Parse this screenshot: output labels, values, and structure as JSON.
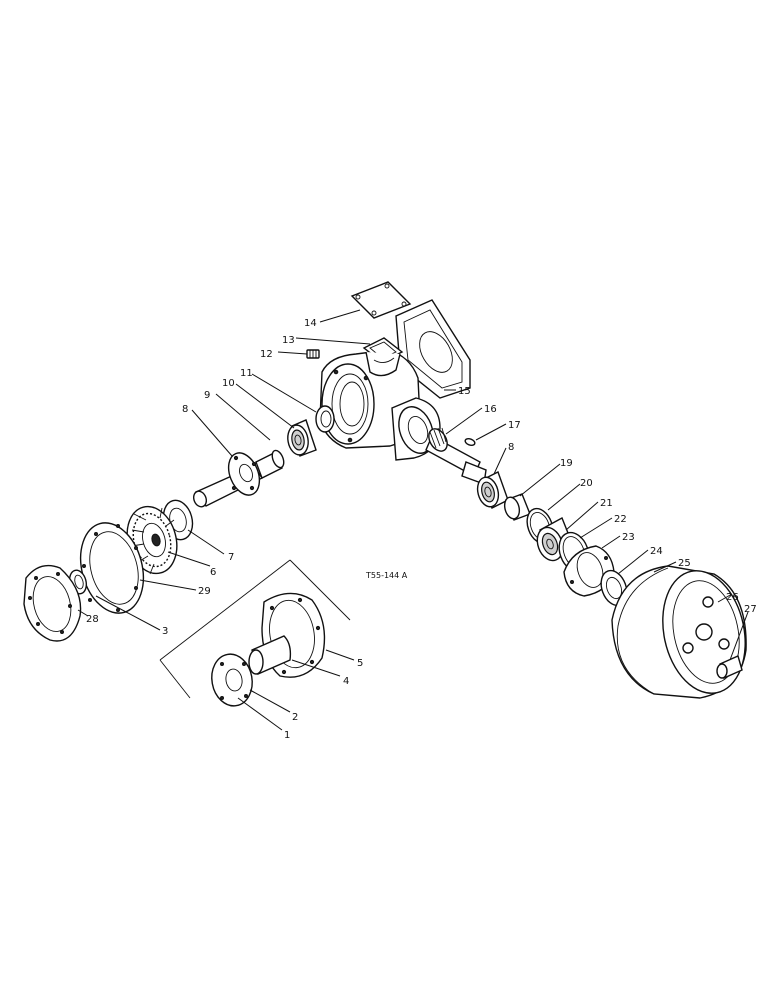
{
  "drawing": {
    "reference": "T55-144 A",
    "callouts": [
      {
        "id": "c1",
        "text": "1"
      },
      {
        "id": "c2",
        "text": "2"
      },
      {
        "id": "c3",
        "text": "3"
      },
      {
        "id": "c4",
        "text": "4"
      },
      {
        "id": "c5",
        "text": "5"
      },
      {
        "id": "c6",
        "text": "6"
      },
      {
        "id": "c7",
        "text": "7"
      },
      {
        "id": "c8a",
        "text": "8"
      },
      {
        "id": "c8b",
        "text": "8"
      },
      {
        "id": "c9",
        "text": "9"
      },
      {
        "id": "c10",
        "text": "10"
      },
      {
        "id": "c11",
        "text": "11"
      },
      {
        "id": "c12",
        "text": "12"
      },
      {
        "id": "c13",
        "text": "13"
      },
      {
        "id": "c14",
        "text": "14"
      },
      {
        "id": "c15",
        "text": "15"
      },
      {
        "id": "c16",
        "text": "16"
      },
      {
        "id": "c17",
        "text": "17"
      },
      {
        "id": "c19",
        "text": "19"
      },
      {
        "id": "c20",
        "text": "20"
      },
      {
        "id": "c21",
        "text": "21"
      },
      {
        "id": "c22",
        "text": "22"
      },
      {
        "id": "c23",
        "text": "23"
      },
      {
        "id": "c24",
        "text": "24"
      },
      {
        "id": "c25",
        "text": "25"
      },
      {
        "id": "c26",
        "text": "26"
      },
      {
        "id": "c27",
        "text": "27"
      },
      {
        "id": "c28",
        "text": "28"
      },
      {
        "id": "c29",
        "text": "29"
      }
    ]
  }
}
